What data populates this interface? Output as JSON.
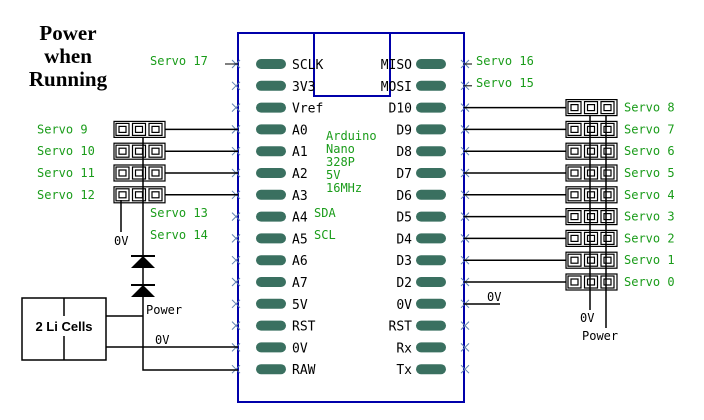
{
  "title_lines": [
    "Power",
    "when",
    "Running"
  ],
  "board": {
    "label_lines": [
      "Arduino",
      "Nano",
      "328P",
      "5V",
      "16MHz"
    ],
    "left_pins": [
      "SCLK",
      "3V3",
      "Vref",
      "A0",
      "A1",
      "A2",
      "A3",
      "A4",
      "A5",
      "A6",
      "A7",
      "5V",
      "RST",
      "0V",
      "RAW"
    ],
    "right_pins": [
      "MISO",
      "MOSI",
      "D10",
      "D9",
      "D8",
      "D7",
      "D6",
      "D5",
      "D4",
      "D3",
      "D2",
      "0V",
      "RST",
      "Rx",
      "Tx"
    ],
    "extra_labels": {
      "sda": "SDA",
      "scl": "SCL"
    }
  },
  "servo_labels": {
    "s17": "Servo 17",
    "s16": "Servo 16",
    "s15": "Servo 15",
    "s13": "Servo 13",
    "s14": "Servo 14",
    "left": [
      "Servo 9",
      "Servo 10",
      "Servo 11",
      "Servo 12"
    ],
    "right": [
      "Servo 8",
      "Servo 7",
      "Servo 6",
      "Servo 5",
      "Servo 4",
      "Servo 3",
      "Servo 2",
      "Servo 1",
      "Servo 0"
    ]
  },
  "power": {
    "battery_label": "2 Li Cells",
    "left_0v": "0V",
    "left_power": "Power",
    "battery_0v": "0V",
    "nano_0v": "0V",
    "right_0v": "0V",
    "right_power": "Power"
  },
  "colors": {
    "board_outline": "#0000aa",
    "pin_pad": "#3a7060",
    "servo_text": "#1a9c1a",
    "board_text": "#1a9c1a",
    "wire": "#000000",
    "pin_mark": "#6080b0"
  }
}
